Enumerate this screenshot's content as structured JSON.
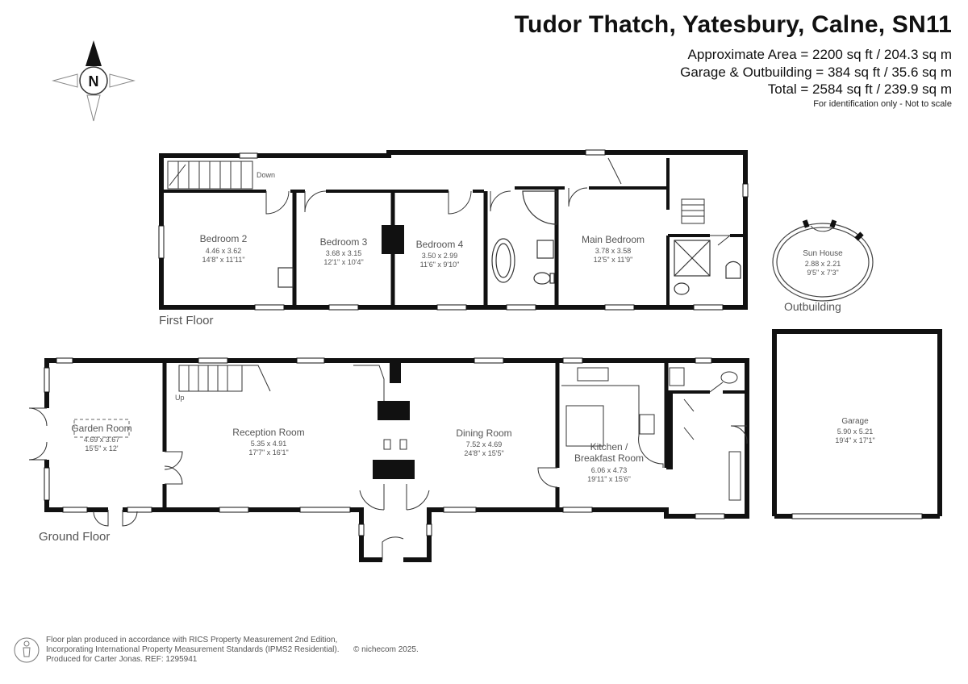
{
  "header": {
    "title": "Tudor Thatch, Yatesbury, Calne, SN11",
    "area": "Approximate Area = 2200 sq ft / 204.3 sq m",
    "garage_outbuilding": "Garage & Outbuilding = 384 sq ft / 35.6 sq m",
    "total": "Total = 2584 sq ft / 239.9 sq m",
    "disclaimer": "For identification only - Not to scale"
  },
  "compass": {
    "label": "N",
    "icon": "compass-rose-icon"
  },
  "floors": {
    "first": "First Floor",
    "ground": "Ground Floor",
    "outbuilding": "Outbuilding"
  },
  "stair_labels": {
    "down": "Down",
    "up": "Up"
  },
  "rooms": {
    "bedroom2": {
      "name": "Bedroom 2",
      "metric": "4.46 x 3.62",
      "imperial": "14'8\" x 11'11\""
    },
    "bedroom3": {
      "name": "Bedroom 3",
      "metric": "3.68 x 3.15",
      "imperial": "12'1\" x 10'4\""
    },
    "bedroom4": {
      "name": "Bedroom 4",
      "metric": "3.50 x 2.99",
      "imperial": "11'6\" x 9'10\""
    },
    "main_bedroom": {
      "name": "Main Bedroom",
      "metric": "3.78 x 3.58",
      "imperial": "12'5\" x 11'9\""
    },
    "sun_house": {
      "name": "Sun House",
      "metric": "2.88 x 2.21",
      "imperial": "9'5\" x 7'3\""
    },
    "garden_room": {
      "name": "Garden Room",
      "metric": "4.69 x 3.67",
      "imperial": "15'5\" x 12'"
    },
    "reception": {
      "name": "Reception Room",
      "metric": "5.35 x 4.91",
      "imperial": "17'7\" x 16'1\""
    },
    "dining": {
      "name": "Dining Room",
      "metric": "7.52 x 4.69",
      "imperial": "24'8\" x 15'5\""
    },
    "kitchen": {
      "name_line1": "Kitchen /",
      "name_line2": "Breakfast Room",
      "metric": "6.06 x 4.73",
      "imperial": "19'11\" x 15'6\""
    },
    "garage": {
      "name": "Garage",
      "metric": "5.90 x 5.21",
      "imperial": "19'4\" x 17'1\""
    }
  },
  "footer": {
    "line1": "Floor plan produced in accordance with RICS Property Measurement 2nd Edition,",
    "line2": "Incorporating International Property Measurement Standards (IPMS2 Residential).",
    "line3": "Produced for Carter Jonas.   REF: 1295941",
    "copyright": "© nichecom 2025.",
    "icon": "person-icon"
  },
  "colors": {
    "wall": "#111111",
    "text": "#555555",
    "title": "#111111"
  }
}
